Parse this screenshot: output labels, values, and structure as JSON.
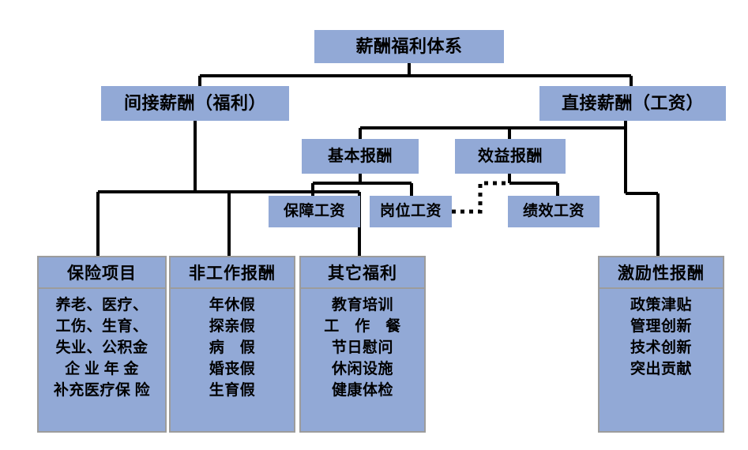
{
  "diagram": {
    "title": "薪酬福利体系",
    "root": {
      "label": "薪酬福利体系"
    },
    "level1": [
      {
        "label": "间接薪酬（福利）"
      },
      {
        "label": "直接薪酬（工资）"
      }
    ],
    "level2": [
      {
        "label": "基本报酬"
      },
      {
        "label": "效益报酬"
      }
    ],
    "level3": [
      {
        "label": "保障工资"
      },
      {
        "label": "岗位工资"
      },
      {
        "label": "绩效工资"
      }
    ],
    "panels": [
      {
        "header": "保险项目",
        "items": [
          "养老、医疗、",
          "工伤、生育、",
          "失业、公积金",
          "企 业 年 金",
          "补充医疗保 险"
        ]
      },
      {
        "header": "非工作报酬",
        "items": [
          "年休假",
          "探亲假",
          "病　假",
          "婚丧假",
          "生育假"
        ]
      },
      {
        "header": "其它福利",
        "items": [
          "教育培训",
          "工　作　餐",
          "节日慰问",
          "休闲设施",
          "健康体检"
        ]
      },
      {
        "header": "激励性报酬",
        "items": [
          "政策津贴",
          "管理创新",
          "技术创新",
          "突出贡献"
        ]
      }
    ],
    "colors": {
      "box_fill": "#92A9D6",
      "box_border": "#8C8C8C",
      "panel_border": "#9C9C9C",
      "connector": "#000000",
      "background": "#FFFFFF"
    },
    "connector_styles": {
      "solid": "solid",
      "dotted": "dotted"
    }
  }
}
